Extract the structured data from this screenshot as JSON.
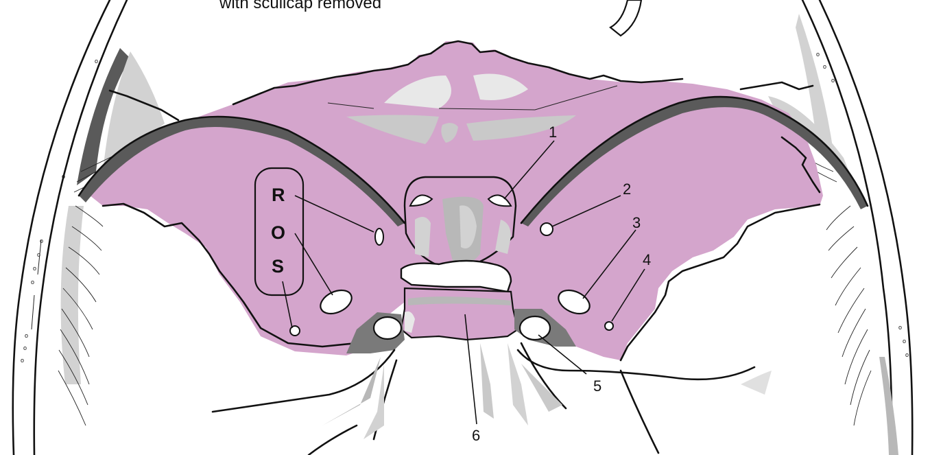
{
  "caption": "with scullcap removed",
  "mnemonic": [
    "R",
    "O",
    "S"
  ],
  "labels": [
    "1",
    "2",
    "3",
    "4",
    "5",
    "6"
  ],
  "colors": {
    "bone": "#d4a5cc",
    "shadow": "#5a5a5a",
    "light_grey": "#d2d2d2",
    "mid_grey": "#b8b8b8",
    "ink": "#111111"
  }
}
